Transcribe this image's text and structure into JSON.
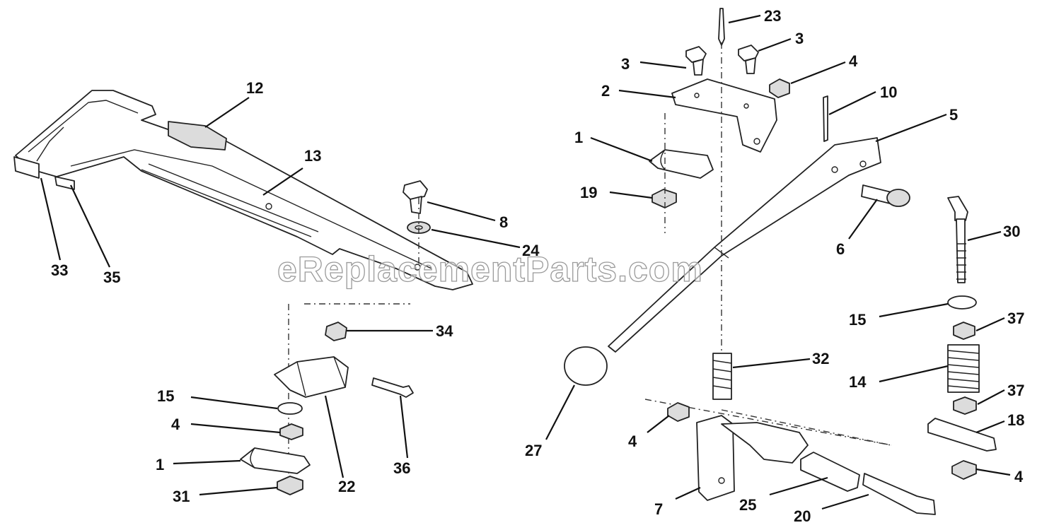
{
  "watermark": "eReplacementParts.com",
  "callouts": [
    {
      "id": "c23",
      "label": "23"
    },
    {
      "id": "c3a",
      "label": "3"
    },
    {
      "id": "c3b",
      "label": "3"
    },
    {
      "id": "c4a",
      "label": "4"
    },
    {
      "id": "c2",
      "label": "2"
    },
    {
      "id": "c10",
      "label": "10"
    },
    {
      "id": "c5",
      "label": "5"
    },
    {
      "id": "c1a",
      "label": "1"
    },
    {
      "id": "c19",
      "label": "19"
    },
    {
      "id": "c6",
      "label": "6"
    },
    {
      "id": "c30",
      "label": "30"
    },
    {
      "id": "c15a",
      "label": "15"
    },
    {
      "id": "c37a",
      "label": "37"
    },
    {
      "id": "c32",
      "label": "32"
    },
    {
      "id": "c14",
      "label": "14"
    },
    {
      "id": "c37b",
      "label": "37"
    },
    {
      "id": "c18",
      "label": "18"
    },
    {
      "id": "c4b",
      "label": "4"
    },
    {
      "id": "c27",
      "label": "27"
    },
    {
      "id": "c4c",
      "label": "4"
    },
    {
      "id": "c7",
      "label": "7"
    },
    {
      "id": "c25",
      "label": "25"
    },
    {
      "id": "c20",
      "label": "20"
    },
    {
      "id": "c12",
      "label": "12"
    },
    {
      "id": "c13",
      "label": "13"
    },
    {
      "id": "c8",
      "label": "8"
    },
    {
      "id": "c24",
      "label": "24"
    },
    {
      "id": "c33",
      "label": "33"
    },
    {
      "id": "c35",
      "label": "35"
    },
    {
      "id": "c34",
      "label": "34"
    },
    {
      "id": "c15b",
      "label": "15"
    },
    {
      "id": "c4d",
      "label": "4"
    },
    {
      "id": "c1b",
      "label": "1"
    },
    {
      "id": "c31",
      "label": "31"
    },
    {
      "id": "c22",
      "label": "22"
    },
    {
      "id": "c36",
      "label": "36"
    }
  ]
}
